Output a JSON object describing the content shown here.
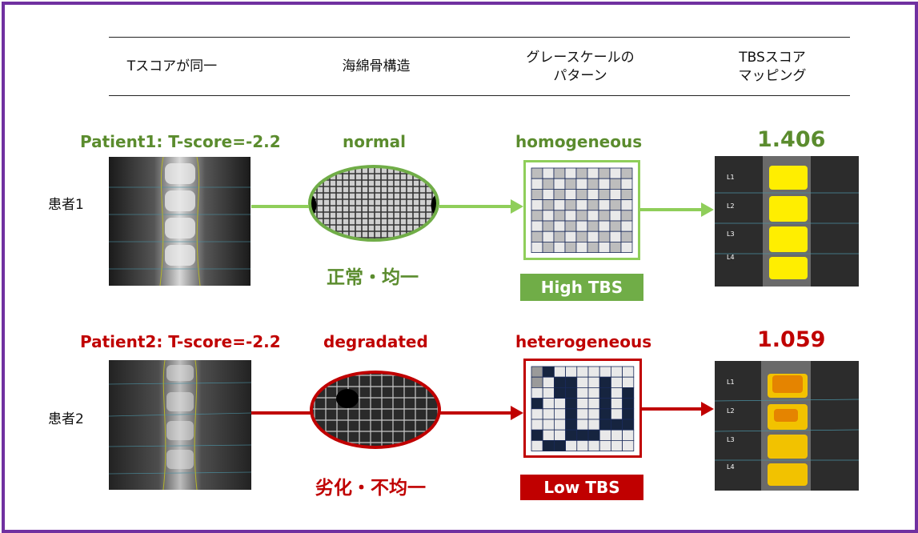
{
  "header": {
    "col1": "Tスコアが同一",
    "col2": "海綿骨構造",
    "col3_line1": "グレースケールの",
    "col3_line2": "パターン",
    "col4_line1": "TBSスコア",
    "col4_line2": "マッピング"
  },
  "rows": [
    {
      "row_label": "患者1",
      "patient": "Patient1: T-score=-2.2",
      "structure_en": "normal",
      "structure_jp": "正常・均一",
      "pattern": "homogeneous",
      "badge": "High TBS",
      "score": "1.406",
      "color": "#70ad47",
      "vertebra_labels": [
        "L1",
        "L2",
        "L3",
        "L4"
      ]
    },
    {
      "row_label": "患者2",
      "patient": "Patient2: T-score=-2.2",
      "structure_en": "degradated",
      "structure_jp": "劣化・不均一",
      "pattern": "heterogeneous",
      "badge": "Low TBS",
      "score": "1.059",
      "color": "#c00000",
      "vertebra_labels": [
        "L1",
        "L2",
        "L3",
        "L4"
      ]
    }
  ],
  "colors": {
    "frame": "#7030a0",
    "green": "#70ad47",
    "red": "#c00000"
  }
}
